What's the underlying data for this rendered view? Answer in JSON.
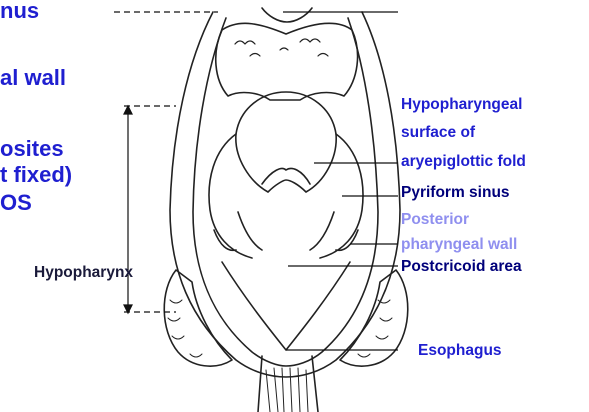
{
  "left_text": {
    "line1": "nus",
    "line2": "al wall",
    "line3": "osites",
    "line4": "t fixed)",
    "line5": "OS"
  },
  "labels": {
    "hypopharyngeal_surface": [
      "Hypopharyngeal",
      "surface of",
      "aryepiglottic fold"
    ],
    "pyriform_sinus": "Pyriform sinus",
    "posterior_pharyngeal_wall": [
      "Posterior",
      "pharyngeal wall"
    ],
    "postcricoid_area": "Postcricoid area",
    "esophagus": "Esophagus",
    "hypopharynx": "Hypopharynx"
  },
  "colors": {
    "blue": "#1f1fd0",
    "navy": "#00007a",
    "lilac": "#8f8fef",
    "dark": "#1a1a3a",
    "line": "#111111"
  }
}
